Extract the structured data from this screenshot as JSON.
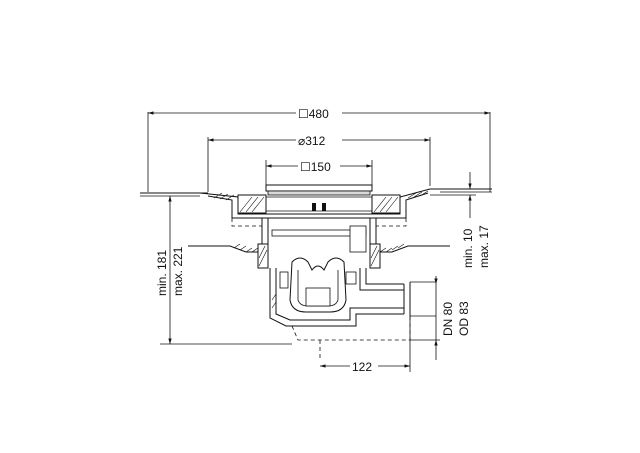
{
  "dimensions": {
    "width_480": "☐480",
    "diameter_312": "⌀312",
    "grate_150": "☐150",
    "height_min": "min. 181",
    "height_max": "max. 221",
    "flange_min": "min. 10",
    "flange_max": "max. 17",
    "outlet_dn": "DN 80",
    "outlet_od": "OD 83",
    "offset_122": "122"
  }
}
